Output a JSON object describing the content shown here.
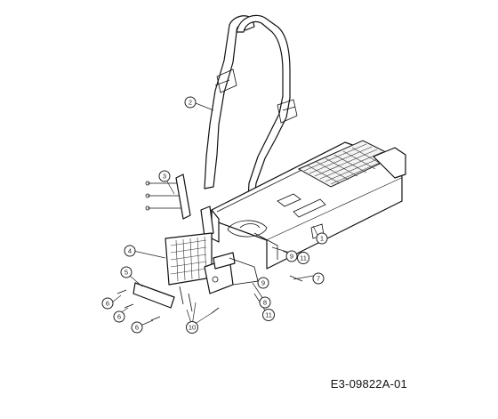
{
  "callouts": [
    {
      "label": "1"
    },
    {
      "label": "2"
    },
    {
      "label": "3"
    },
    {
      "label": "4"
    },
    {
      "label": "5"
    },
    {
      "label": "6"
    },
    {
      "label": "6"
    },
    {
      "label": "6"
    },
    {
      "label": "7"
    },
    {
      "label": "8"
    },
    {
      "label": "9"
    },
    {
      "label": "9"
    },
    {
      "label": "10"
    },
    {
      "label": "11"
    },
    {
      "label": "11"
    }
  ],
  "drawing_code": "E3-09822A-01",
  "colors": {
    "ink": "#111111",
    "paper": "#ffffff"
  }
}
